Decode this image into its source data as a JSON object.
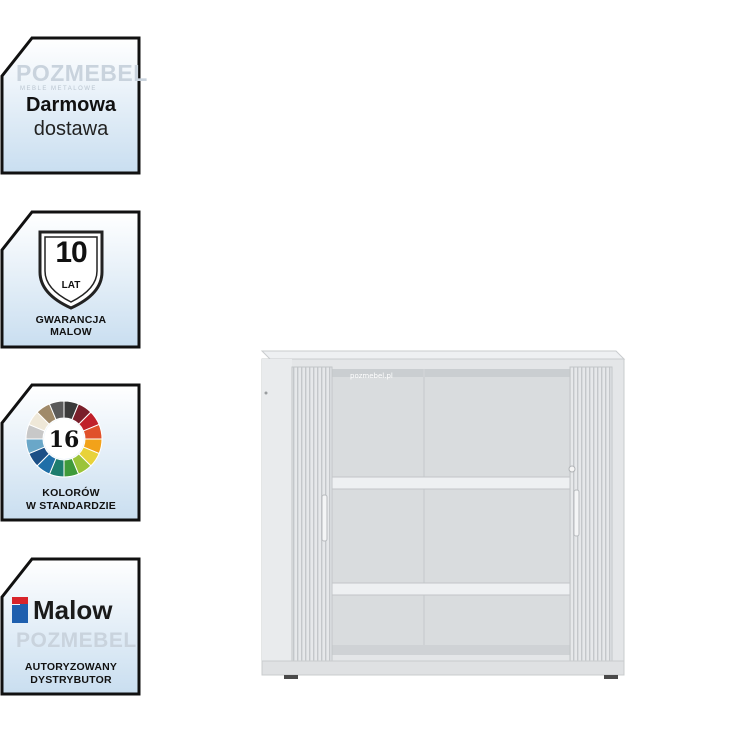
{
  "badges": {
    "delivery": {
      "watermark": "POZMEBEL",
      "watermark_sub": "MEBLE METALOWE",
      "line1": "Darmowa",
      "line2": "dostawa"
    },
    "warranty": {
      "years": "10",
      "unit": "LAT",
      "line1": "GWARANCJA",
      "line2": "MALOW"
    },
    "colors": {
      "count": "16",
      "line1": "KOLORÓW",
      "line2": "W STANDARDZIE",
      "palette": [
        "#3a3a3a",
        "#7a1f2b",
        "#c0202a",
        "#e0502a",
        "#f2a21a",
        "#e8d23a",
        "#9cc43a",
        "#3f9a3a",
        "#1d7d6e",
        "#1f6fa8",
        "#1c4f86",
        "#6aa7c8",
        "#c8c8c8",
        "#efe8d8",
        "#a08a6a",
        "#5a5a5a"
      ]
    },
    "dealer": {
      "brand": "Malow",
      "watermark": "POZMEBEL",
      "line1": "AUTORYZOWANY",
      "line2": "DYSTRYBUTOR"
    }
  },
  "product": {
    "watermark": "pozmebel.pl",
    "colors": {
      "body": "#e4e6e8",
      "interior": "#d9dcde",
      "shadow": "#c8cbce"
    }
  }
}
